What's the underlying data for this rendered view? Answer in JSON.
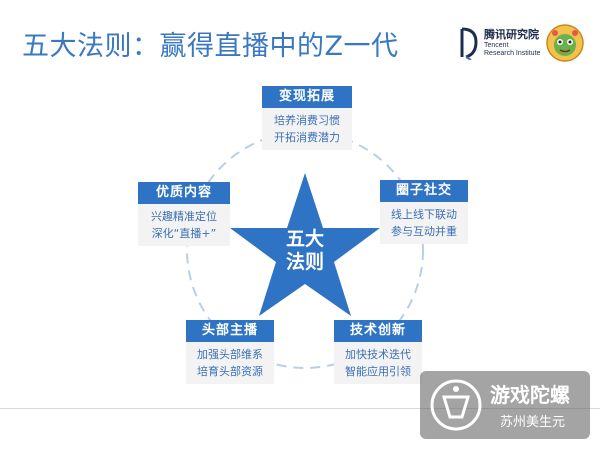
{
  "title": "五大法则：赢得直播中的Z一代",
  "logo": {
    "name_cn": "腾讯研究院",
    "name_en_line1": "Tencent",
    "name_en_line2": "Research Institute"
  },
  "center_label": [
    "五大",
    "法则"
  ],
  "nodes": [
    {
      "title": "变现拓展",
      "lines": [
        "培养消费习惯",
        "开拓消费潜力"
      ]
    },
    {
      "title": "圈子社交",
      "lines": [
        "线上线下联动",
        "参与互动并重"
      ]
    },
    {
      "title": "技术创新",
      "lines": [
        "加快技术迭代",
        "智能应用引领"
      ]
    },
    {
      "title": "头部主播",
      "lines": [
        "加强头部维系",
        "培育头部资源"
      ]
    },
    {
      "title": "优质内容",
      "lines": [
        "兴趣精准定位",
        "深化“直播+”"
      ]
    }
  ],
  "watermark": {
    "title": "游戏陀螺",
    "subtitle": "苏州美生元"
  },
  "colors": {
    "title": "#3a78c2",
    "node_header": "#2f73c4",
    "node_text": "#3a6fb5",
    "star": "#2f73c4",
    "ring": "#b9cfe8"
  }
}
